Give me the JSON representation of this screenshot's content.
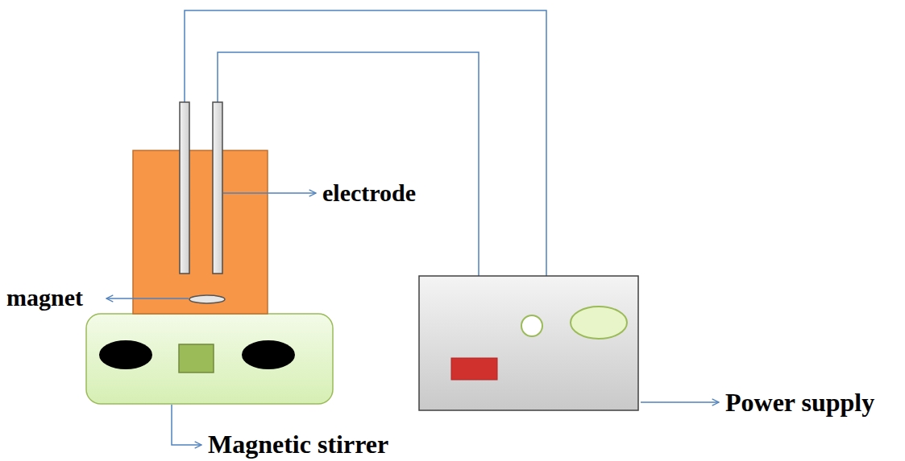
{
  "diagram": {
    "labels": [
      "electrode",
      "magnet",
      "Magnetic stirrer",
      "Power supply"
    ]
  }
}
